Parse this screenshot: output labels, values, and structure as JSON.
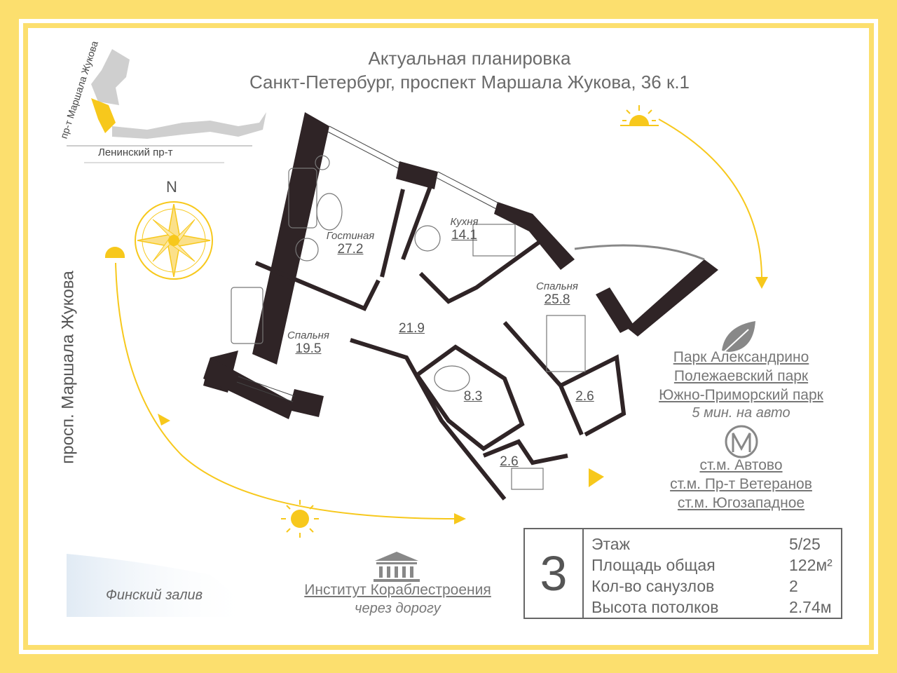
{
  "title": {
    "line1": "Актуальная планировка",
    "line2": "Санкт-Петербург, проспект Маршала Жукова, 36 к.1"
  },
  "map": {
    "street_diag": "пр-т Маршала Жукова",
    "street_bottom": "Ленинский пр-т"
  },
  "compass": {
    "north": "N"
  },
  "side_street": "просп. Маршала Жукова",
  "rooms": [
    {
      "name": "Гостиная",
      "area": "27.2"
    },
    {
      "name": "Кухня",
      "area": "14.1"
    },
    {
      "name": "Спальня",
      "area": "25.8"
    },
    {
      "name": "Спальня",
      "area": "19.5"
    },
    {
      "name": "",
      "area": "21.9"
    },
    {
      "name": "",
      "area": "8.3"
    },
    {
      "name": "",
      "area": "2.6"
    },
    {
      "name": "",
      "area": "2.6"
    }
  ],
  "parks": {
    "items": [
      "Парк Александрино",
      "Полежаевский парк",
      "Южно-Приморский парк"
    ],
    "note": "5 мин. на авто",
    "icon": "leaf-icon"
  },
  "metro": {
    "icon": "metro-icon",
    "items": [
      "ст.м. Автово",
      "ст.м. Пр-т Ветеранов",
      "ст.м. Югозападное"
    ]
  },
  "bay": "Финский залив",
  "institute": {
    "name": "Институт Кораблестроения",
    "note": "через дорогу",
    "icon": "institute-icon"
  },
  "info": {
    "rooms_count": "3",
    "rows": [
      {
        "label": "Этаж",
        "value": "5/25"
      },
      {
        "label": "Площадь общая",
        "value": "122м²"
      },
      {
        "label": "Кол-во санузлов",
        "value": "2"
      },
      {
        "label": "Высота потолков",
        "value": "2.74м"
      }
    ]
  },
  "colors": {
    "frame": "#fcdf6e",
    "sun": "#f7c81c",
    "wall": "#2f2426"
  }
}
